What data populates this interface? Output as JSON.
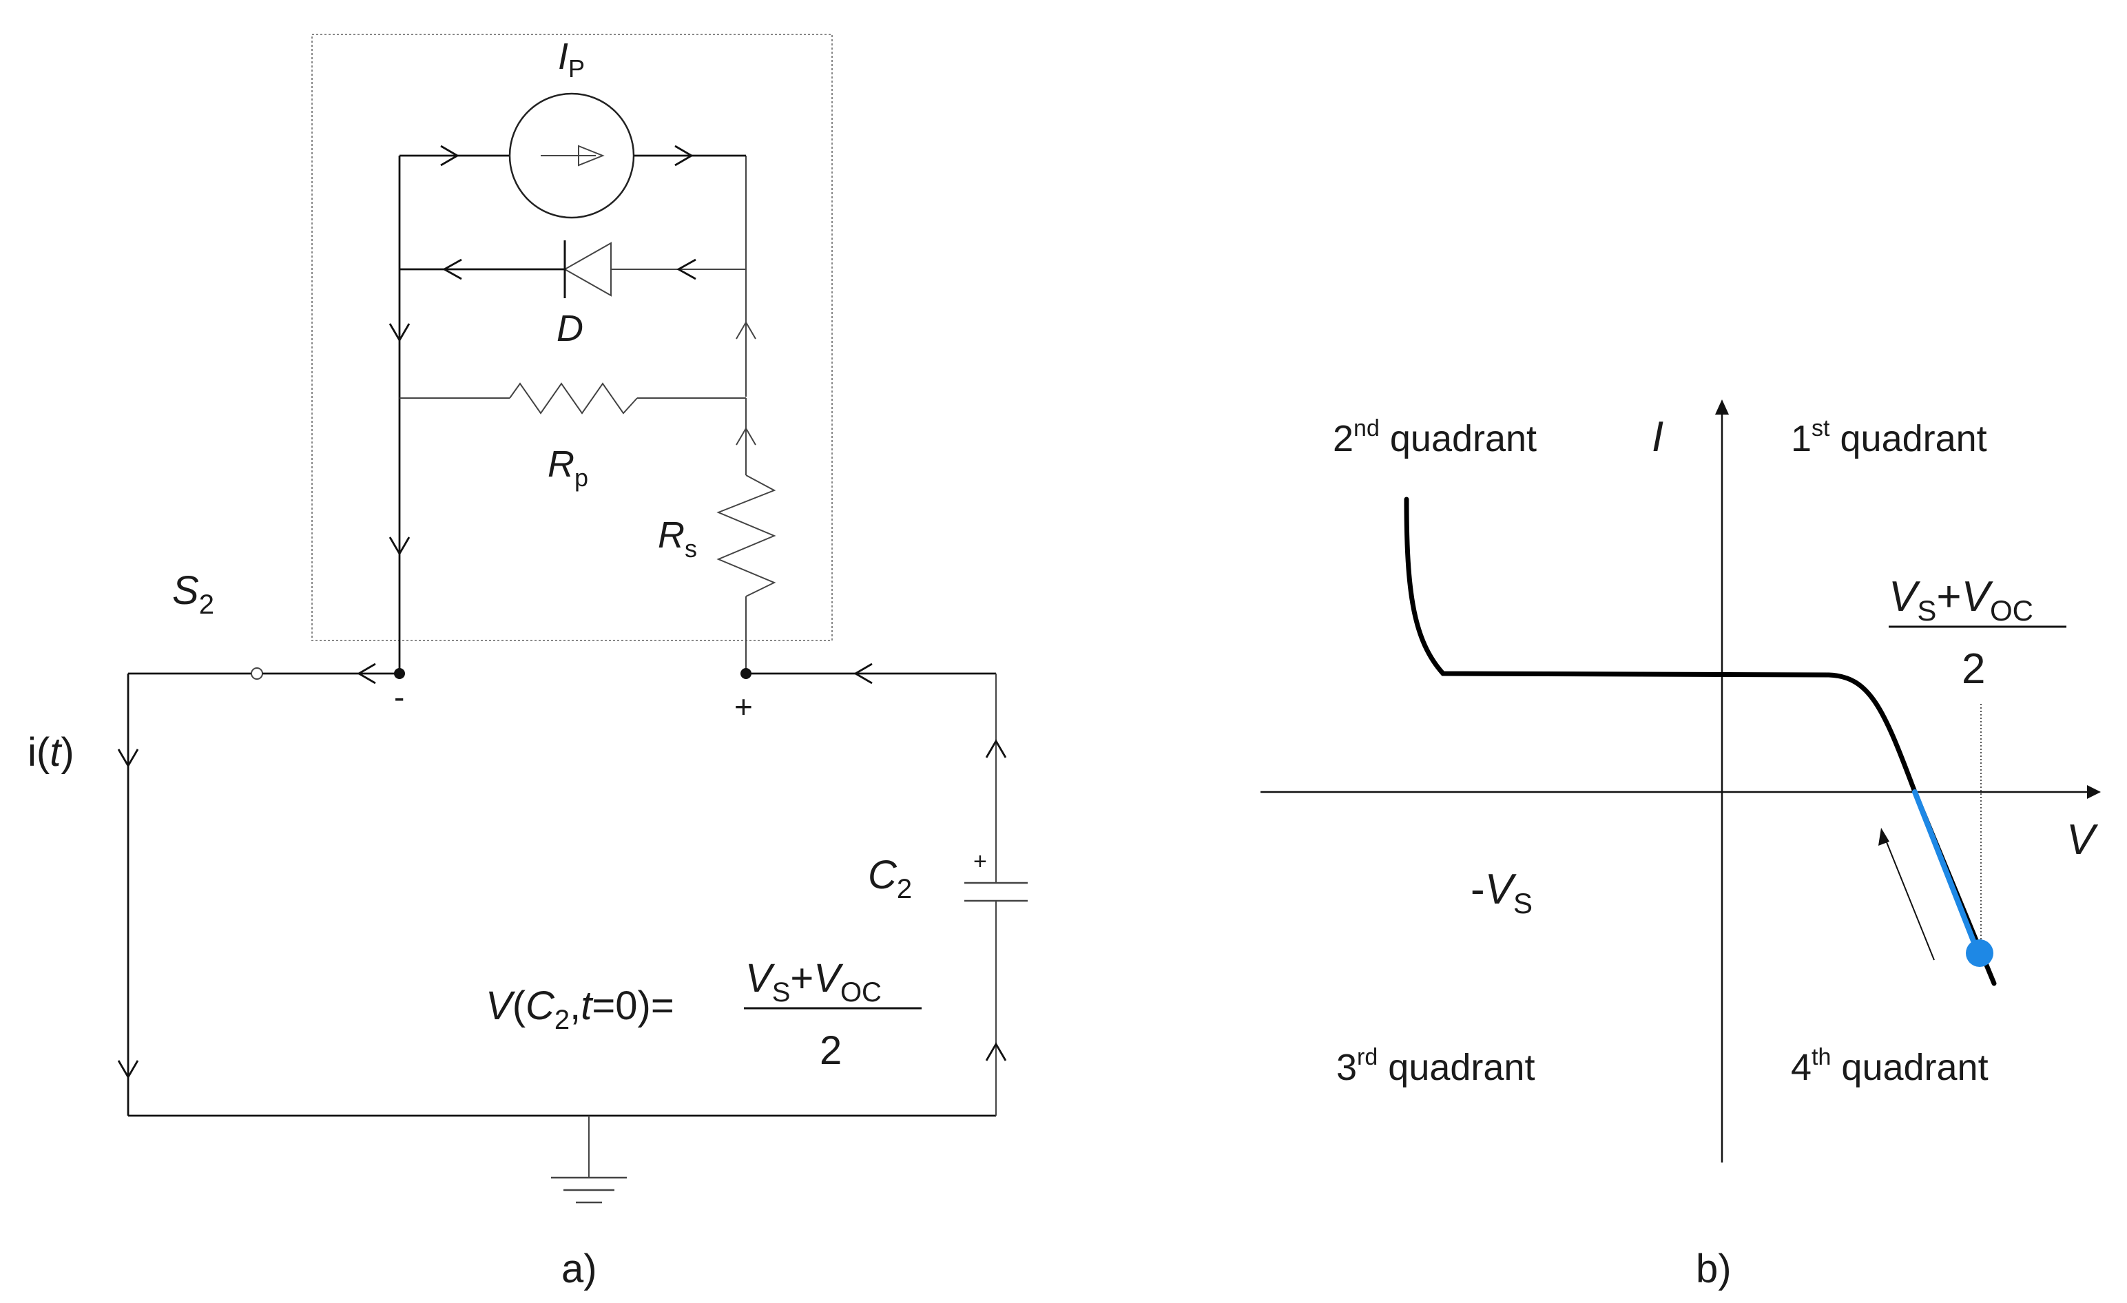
{
  "panel_a": {
    "caption": "a)",
    "current_source": {
      "symbol": "I",
      "sub": "P"
    },
    "diode": {
      "symbol": "D"
    },
    "parallel_resistor": {
      "symbol": "R",
      "sub": "p"
    },
    "series_resistor": {
      "symbol": "R",
      "sub": "s"
    },
    "switch": {
      "symbol": "S",
      "sub": "2"
    },
    "current": {
      "label_pre": "i(",
      "label_var": "t",
      "label_post": ")"
    },
    "terminal_minus": "-",
    "terminal_plus": "+",
    "capacitor": {
      "symbol": "C",
      "sub": "2",
      "polarity": "+"
    },
    "initial_condition": {
      "lhs_v": "V",
      "lhs_open": "(",
      "lhs_c": "C",
      "lhs_c_sub": "2",
      "lhs_comma": ",",
      "lhs_t": "t",
      "lhs_rest": "=0)=",
      "num_vs": "V",
      "num_vs_sub": "S",
      "num_plus": "+",
      "num_voc": "V",
      "num_voc_sub": "OC",
      "denominator": "2"
    }
  },
  "panel_b": {
    "caption": "b)",
    "axis_y_label": "I",
    "axis_x_label": "V",
    "quadrants": {
      "q1": {
        "num": "1",
        "sup": "st",
        "word": " quadrant"
      },
      "q2": {
        "num": "2",
        "sup": "nd",
        "word": " quadrant"
      },
      "q3": {
        "num": "3",
        "sup": "rd",
        "word": " quadrant"
      },
      "q4": {
        "num": "4",
        "sup": "th",
        "word": " quadrant"
      }
    },
    "neg_vs": {
      "minus": "-",
      "v": "V",
      "sub": "S"
    },
    "fraction": {
      "num_vs": "V",
      "num_vs_sub": "S",
      "num_plus": "+",
      "num_voc": "V",
      "num_voc_sub": "OC",
      "denominator": "2"
    },
    "colors": {
      "curve": "#000000",
      "highlight": "#1e88e5",
      "marker": "#1e88e5"
    }
  }
}
